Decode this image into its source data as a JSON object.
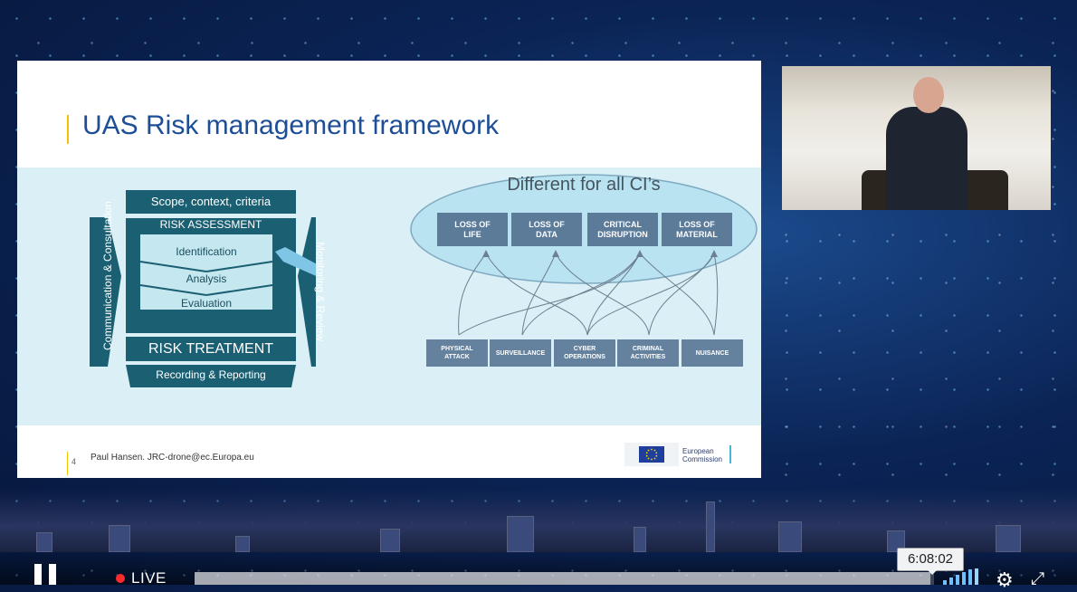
{
  "slide": {
    "title": "UAS Risk management framework",
    "page_number": "4",
    "author": "Paul Hansen. JRC-drone@ec.Europa.eu",
    "ec_logo": {
      "line1": "European",
      "line2": "Commission"
    },
    "framework": {
      "scope": "Scope, context, criteria",
      "assessment": "RISK ASSESSMENT",
      "steps": [
        "Identification",
        "Analysis",
        "Evaluation"
      ],
      "treatment": "RISK TREATMENT",
      "recording": "Recording & Reporting",
      "left_side": "Communication & Consultation",
      "right_side": "Monitoring & Review"
    },
    "impacts": {
      "heading": "Different for all CI’s",
      "categories": [
        {
          "line1": "LOSS OF",
          "line2": "LIFE"
        },
        {
          "line1": "LOSS OF",
          "line2": "DATA"
        },
        {
          "line1": "CRITICAL",
          "line2": "DISRUPTION"
        },
        {
          "line1": "LOSS OF",
          "line2": "MATERIAL"
        }
      ],
      "sources": [
        {
          "line1": "PHYSICAL",
          "line2": "ATTACK"
        },
        {
          "line1": "SURVEILLANCE",
          "line2": ""
        },
        {
          "line1": "CYBER",
          "line2": "OPERATIONS"
        },
        {
          "line1": "CRIMINAL",
          "line2": "ACTIVITIES"
        },
        {
          "line1": "NUISANCE",
          "line2": ""
        }
      ]
    }
  },
  "player": {
    "live_label": "LIVE",
    "hover_time": "6:08:02",
    "progress": 0.995,
    "icons": [
      "pause-icon",
      "live-dot-icon",
      "volume-icon",
      "gear-icon",
      "fullscreen-icon"
    ],
    "colors": {
      "live": "#ff2b2b",
      "volume": "#6ec0ff"
    }
  }
}
